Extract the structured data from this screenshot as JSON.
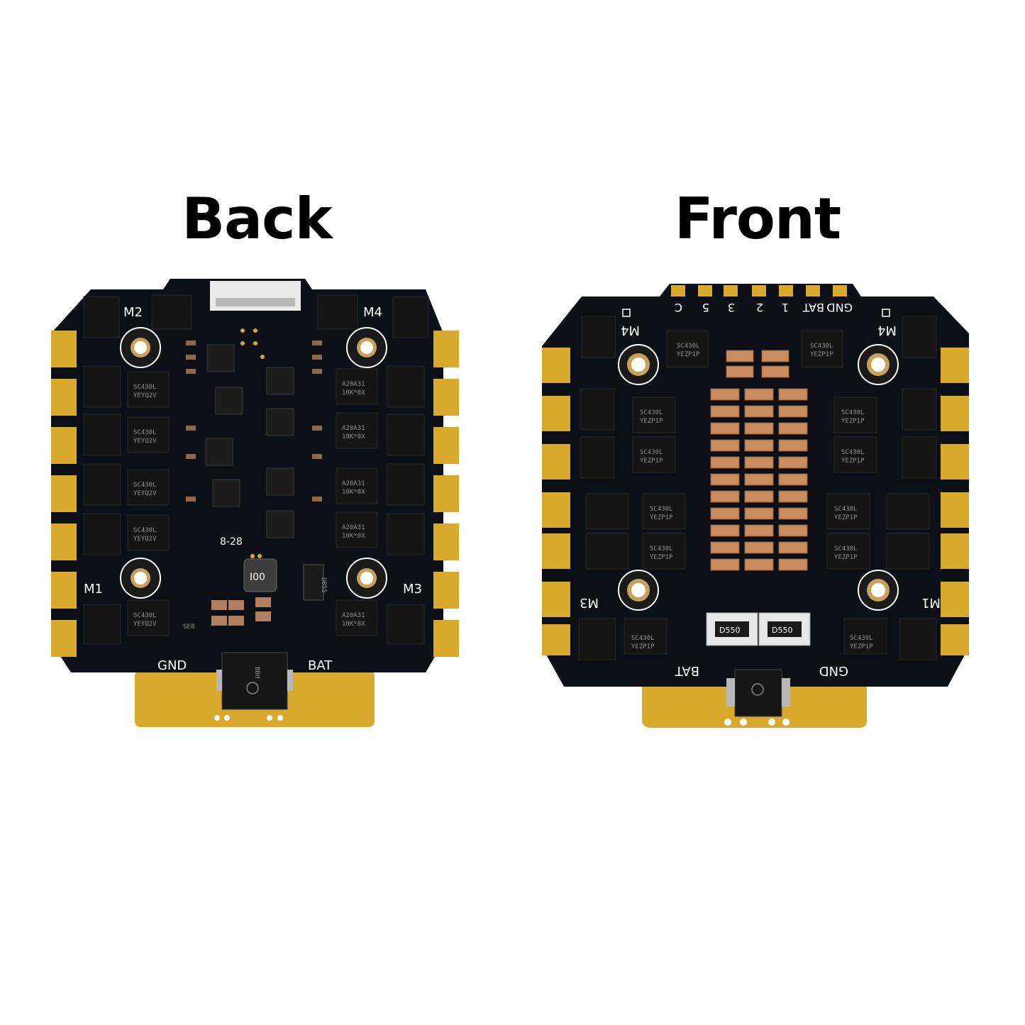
{
  "headings": {
    "back": "Back",
    "front": "Front"
  },
  "colors": {
    "background": "#ffffff",
    "pcb": "#0d0f16",
    "gold": "#d9a92e",
    "copper": "#c98c5f",
    "chip": "#151515",
    "silkscreen": "#ffffff"
  },
  "back_board": {
    "motor_labels": [
      "M1",
      "M2",
      "M3",
      "M4"
    ],
    "power_labels": {
      "gnd": "GND",
      "bat": "BAT"
    },
    "date_code": "8-28",
    "inductor_mark": "I00",
    "diode_mark": "DB55",
    "small_mark": "SE8",
    "regulator_mark": "BBH",
    "mosfet_text": [
      "SC430L",
      "YEYQ2V"
    ],
    "mosfet_text_alt": [
      "A20A31",
      "10K*0X"
    ]
  },
  "front_board": {
    "motor_labels": [
      "M1",
      "M3",
      "M4",
      "M4"
    ],
    "connector_labels": [
      "C",
      "5",
      "3",
      "2",
      "1",
      "BAT",
      "GND"
    ],
    "power_labels": {
      "bat": "BAT",
      "gnd": "GND"
    },
    "resistor_mark": "D550",
    "mosfet_text": [
      "SC430L",
      "YEZP1P"
    ]
  }
}
